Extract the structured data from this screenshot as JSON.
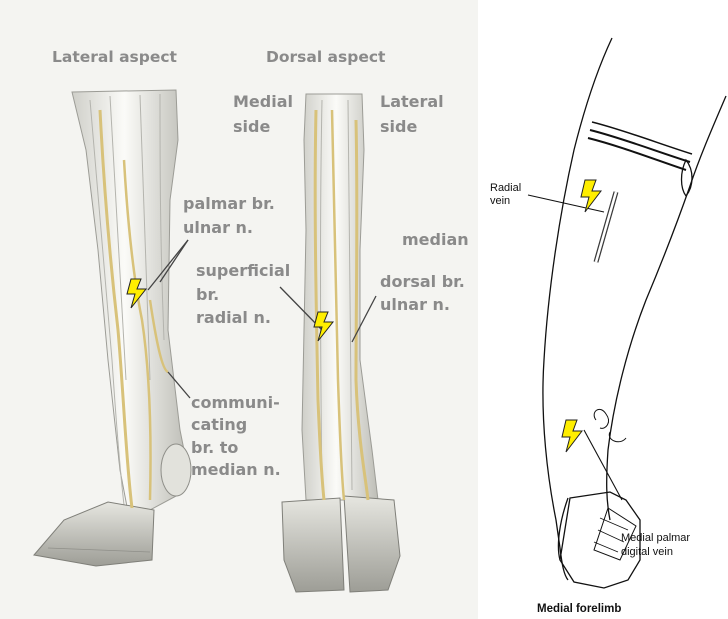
{
  "headers": {
    "lateral_aspect": "Lateral aspect",
    "dorsal_aspect": "Dorsal aspect"
  },
  "sides": {
    "medial": [
      "Medial",
      "side"
    ],
    "lateral": [
      "Lateral",
      "side"
    ]
  },
  "labels": {
    "palmar_br": [
      "palmar br.",
      "ulnar n."
    ],
    "superficial_br": [
      "superficial",
      "br.",
      "radial n."
    ],
    "median": "median",
    "dorsal_br": [
      "dorsal br.",
      "ulnar n."
    ],
    "communicating_br": [
      "communi-",
      "cating",
      "br. to",
      "median n."
    ]
  },
  "right_panel": {
    "radial_vein": [
      "Radial",
      "vein"
    ],
    "medial_palmar": [
      "Medial palmar",
      "digital vein"
    ],
    "caption": "Medial forelimb"
  },
  "colors": {
    "nerve": "#d8c27a",
    "bolt_fill": "#ffee00",
    "label_gray": "#8a8a8a"
  }
}
